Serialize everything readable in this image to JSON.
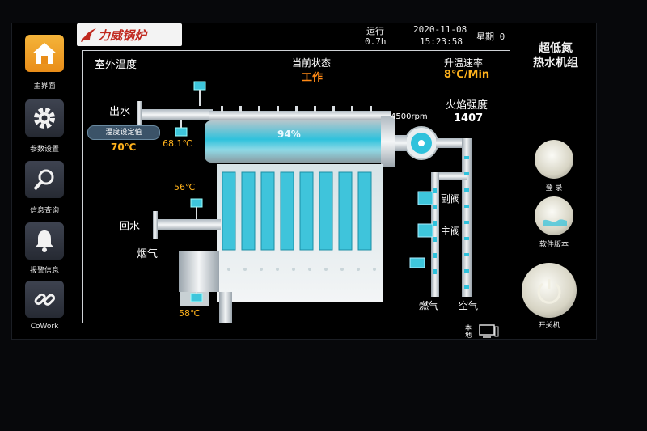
{
  "nav": {
    "items": [
      {
        "label": "主界面",
        "icon": "home-icon",
        "active": true
      },
      {
        "label": "参数设置",
        "icon": "gear-icon",
        "active": false
      },
      {
        "label": "信息查询",
        "icon": "search-icon",
        "active": false
      },
      {
        "label": "报警信息",
        "icon": "bell-icon",
        "active": false
      },
      {
        "label": "CoWork",
        "icon": "link-icon",
        "active": false
      }
    ]
  },
  "brand": {
    "logo_text": "力威锅炉"
  },
  "header": {
    "run_label": "运行",
    "run_value": "0.7h",
    "date": "2020-11-08",
    "time": "15:23:58",
    "weekday_label": "星期 0"
  },
  "main": {
    "outdoor_temp_label": "室外温度",
    "state_label": "当前状态",
    "state_value": "工作",
    "heat_rate_label": "升温速率",
    "heat_rate_value": "8℃/Min",
    "outlet_label": "出水",
    "temp_setpoint_label": "温度设定值",
    "temp_setpoint_value": "70℃",
    "outlet_temp": "68.1℃",
    "load_percent": "94%",
    "fan_speed": "4500rpm",
    "flame_label": "火焰强度",
    "flame_value": "1407",
    "return_temp": "56℃",
    "return_label": "回水",
    "flue_label": "烟气",
    "flue_temp": "58℃",
    "aux_valve_label": "副阀",
    "main_valve_label": "主阀",
    "gas_label": "燃气",
    "air_label": "空气",
    "local_label": "本地"
  },
  "right": {
    "product_title_1": "超低氮",
    "product_title_2": "热水机组",
    "login_label": "登 录",
    "version_label": "软件版本",
    "power_label": "开关机"
  },
  "colors": {
    "accent_orange": "#ffb21c",
    "state_orange": "#ff8a16",
    "water_cyan": "#3ec6dc",
    "active_nav": "#f0a42b"
  }
}
